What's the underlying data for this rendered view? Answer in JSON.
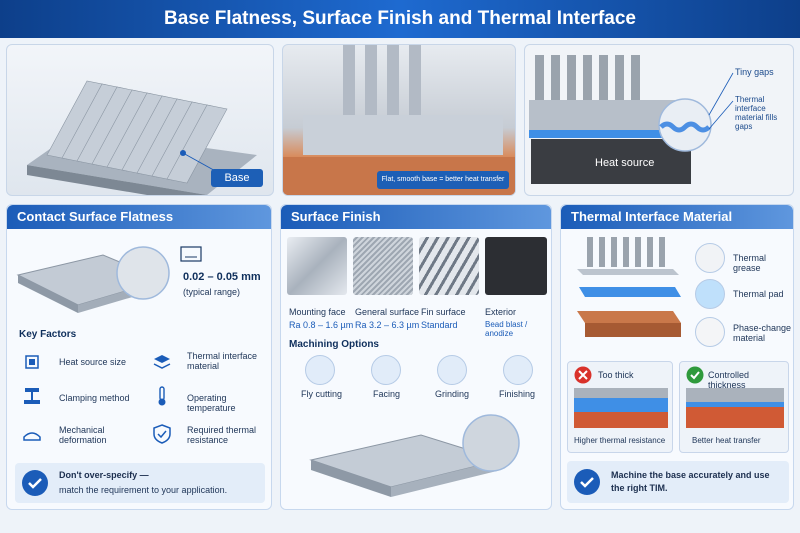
{
  "title": "Base Flatness, Surface Finish and Thermal Interface",
  "top": {
    "base_label": "Base",
    "smooth_label": "Flat, smooth base = better heat transfer",
    "tiny_gaps": "Tiny gaps",
    "tim_fills": "Thermal interface material fills gaps",
    "heat_source": "Heat source"
  },
  "flatness": {
    "heading": "Contact Surface Flatness",
    "range": "0.02 – 0.05 mm",
    "range_note": "(typical range)",
    "key_factors": "Key Factors",
    "factors": [
      "Heat source size",
      "Thermal interface material",
      "Clamping method",
      "Operating temperature",
      "Mechanical deformation",
      "Required thermal resistance"
    ],
    "note_title": "Don't over-specify —",
    "note_body": "match the requirement to your application."
  },
  "finish": {
    "heading": "Surface Finish",
    "swatches": [
      {
        "name": "Mounting face",
        "spec": "Ra 0.8 – 1.6 µm"
      },
      {
        "name": "General surface",
        "spec": "Ra 3.2 – 6.3 µm"
      },
      {
        "name": "Fin surface",
        "spec": "Standard"
      },
      {
        "name": "Exterior",
        "spec": "Bead blast / anodize"
      }
    ],
    "options_title": "Machining Options",
    "options": [
      "Fly cutting",
      "Facing",
      "Grinding",
      "Finishing"
    ]
  },
  "tim": {
    "heading": "Thermal Interface Material",
    "materials": [
      "Thermal grease",
      "Thermal pad",
      "Phase-change material"
    ],
    "too_thick": "Too thick",
    "controlled": "Controlled thickness",
    "higher": "Higher thermal resistance",
    "better": "Better heat transfer",
    "note": "Machine the base accurately and use the right TIM."
  },
  "colors": {
    "accent": "#1b5cb8",
    "copper": "#c9784a",
    "tim_blue": "#3f8fe6",
    "bad": "#d9322b",
    "good": "#2f9a3c"
  }
}
